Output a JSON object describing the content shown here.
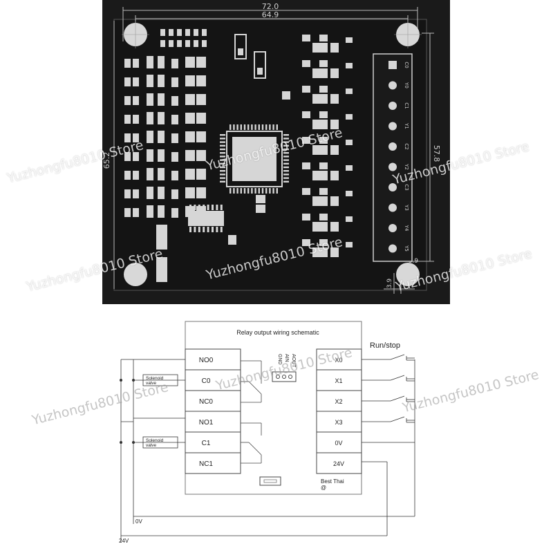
{
  "pcb": {
    "dim_width_outer": "72.0",
    "dim_width_inner": "64.9",
    "dim_height_left": "65.2",
    "dim_height_right": "57.8",
    "dim_small_bottom": "3.9",
    "dim_small_right": "3.9",
    "terminal_labels": [
      "C0",
      "Y0",
      "C1",
      "Y1",
      "C2",
      "Y2",
      "C3",
      "Y3",
      "Y4",
      "Y5"
    ]
  },
  "wiring": {
    "title": "Relay output wiring schematic",
    "run_stop_label": "Run/stop",
    "left_terminals": [
      "NO0",
      "C0",
      "NC0",
      "NO1",
      "C1",
      "NC1"
    ],
    "right_terminals": [
      "X0",
      "X1",
      "X2",
      "X3",
      "0V",
      "24V"
    ],
    "solenoid_label_1a": "Solenoid",
    "solenoid_label_1b": "valve",
    "solenoid_label_2a": "Solenoid",
    "solenoid_label_2b": "valve",
    "vertical_pins": [
      "AOUT",
      "AIN",
      "GND"
    ],
    "brand": "Best Thai",
    "brand_mark": "@",
    "rail_0v": "0V",
    "rail_24v": "24V"
  },
  "watermark": "Yuzhongfu8010 Store",
  "colors": {
    "pcb_background": "#1a1a1a",
    "pcb_pad": "#d6d6d6",
    "wiring_line": "#333333"
  }
}
